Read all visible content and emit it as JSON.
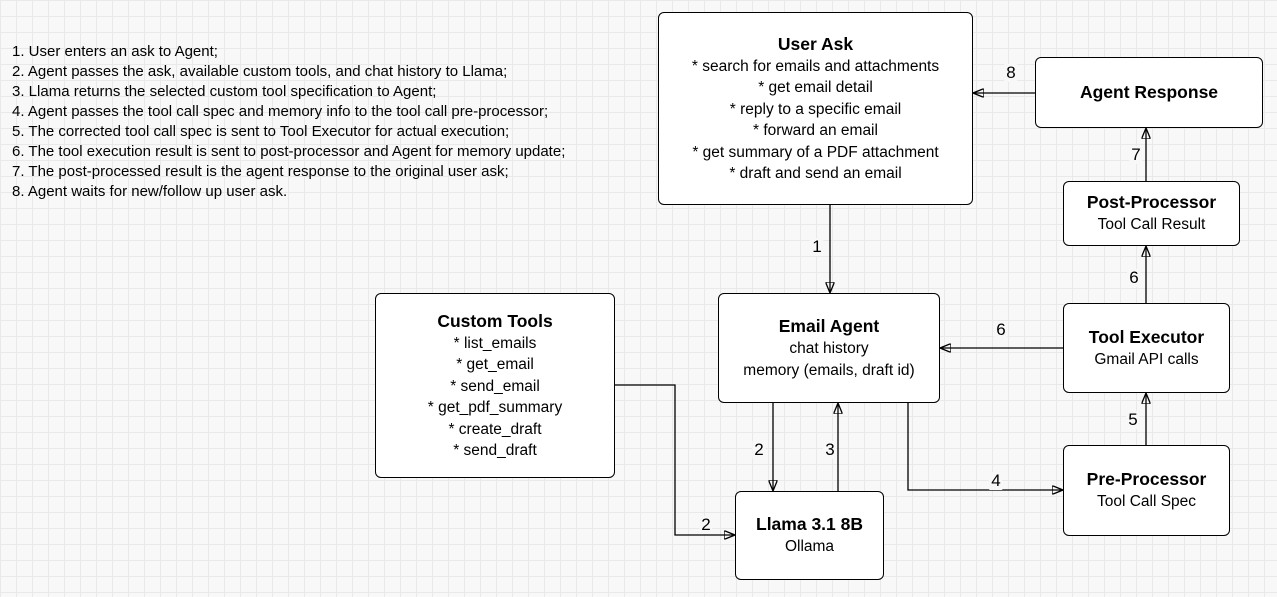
{
  "colors": {
    "canvas_background": "#f8f8f8",
    "grid_line": "#e9e9e9",
    "node_fill": "#ffffff",
    "node_border": "#000000",
    "arrow": "#000000",
    "text": "#000000"
  },
  "steps": [
    "1. User enters an ask to Agent;",
    "2. Agent passes the ask, available custom tools, and chat history to Llama;",
    "3. Llama returns the selected custom tool specification to Agent;",
    "4. Agent passes the tool call spec and memory info to the tool call pre-processor;",
    "5. The corrected tool call spec is sent to Tool Executor for actual execution;",
    "6. The tool execution result is sent to post-processor and Agent for memory update;",
    "7. The post-processed result is the agent response to the original user ask;",
    "8. Agent waits for new/follow up user ask."
  ],
  "nodes": {
    "user_ask": {
      "title": "User Ask",
      "lines": [
        "* search for emails and attachments",
        "* get email detail",
        "* reply to a specific email",
        "* forward an email",
        "* get summary of a PDF attachment",
        "* draft and send an email"
      ]
    },
    "agent_response": {
      "title": "Agent Response"
    },
    "post_processor": {
      "title": "Post-Processor",
      "subtitle": "Tool Call Result"
    },
    "tool_executor": {
      "title": "Tool Executor",
      "subtitle": "Gmail API calls"
    },
    "pre_processor": {
      "title": "Pre-Processor",
      "subtitle": "Tool Call Spec"
    },
    "custom_tools": {
      "title": "Custom Tools",
      "lines": [
        "* list_emails",
        "* get_email",
        "* send_email",
        "* get_pdf_summary",
        "* create_draft",
        "* send_draft"
      ]
    },
    "email_agent": {
      "title": "Email Agent",
      "lines": [
        "chat history",
        "memory (emails, draft id)"
      ]
    },
    "llama": {
      "title": "Llama 3.1 8B",
      "subtitle": "Ollama"
    }
  },
  "edge_labels": {
    "user_ask_to_email_agent": "1",
    "email_agent_to_llama": "2",
    "custom_tools_to_llama": "2",
    "llama_to_email_agent": "3",
    "email_agent_to_pre_processor": "4",
    "pre_processor_to_tool_executor": "5",
    "tool_executor_to_email_agent": "6",
    "tool_executor_to_post_processor": "6",
    "post_processor_to_agent_response": "7",
    "agent_response_to_user_ask": "8"
  }
}
